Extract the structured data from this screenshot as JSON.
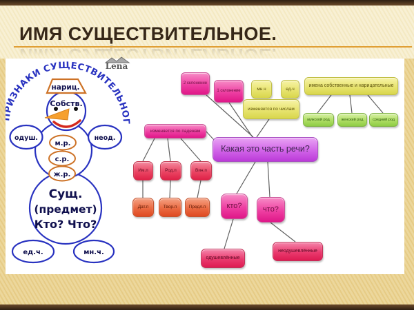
{
  "title": "ИМЯ СУЩЕСТВИТЕЛЬНОЕ.",
  "watermark": {
    "label": "Lena"
  },
  "snowman": {
    "arc_title": "ПРИЗНАКИ СУЩЕСТВИТЕЛЬНОГО",
    "hat": "нариц.",
    "head": "Собств.",
    "left_arm": "одуш.",
    "right_arm": "неод.",
    "buttons": {
      "b1": "м.р.",
      "b2": "с.р.",
      "b3": "ж.р."
    },
    "body_line1": "Сущ.",
    "body_line2": "(предмет)",
    "body_line3": "Кто? Что?",
    "left_foot": "ед.ч.",
    "right_foot": "мн.ч."
  },
  "mindmap": {
    "central": "Какая это часть речи?",
    "skl2": "2 склонение",
    "skl1": "1 склонение",
    "mnch": "мн.ч",
    "edch": "ед.ч",
    "chisla": "изменяется по числам",
    "imena": "имена собственные и нарицательные",
    "muzh": "мужской род",
    "zhen": "женский род",
    "sred": "средний род",
    "padezhi": "изменяется по падежам",
    "imp": "Им.п",
    "rodp": "Род.п",
    "vinp": "Вин.п",
    "datp": "Дат.п",
    "tvorp": "Твор.п",
    "predlp": "Предл.п",
    "kto": "кто?",
    "chto": "что?",
    "odush": "одушевлённые",
    "neodush": "неодушевлённые"
  },
  "colors": {
    "title": "#362718",
    "rule": "#e09f35",
    "snowman_outline": "#2832c0",
    "snowman_orange": "#cd7226",
    "node_pink": "#ee3fa2",
    "node_yellow": "#e8e470",
    "node_green": "#aede63",
    "node_purple": "#d164e8",
    "node_red": "#ea4664",
    "node_orange_red": "#ea6a42",
    "edge": "#606060",
    "background": "#ecd79c"
  }
}
